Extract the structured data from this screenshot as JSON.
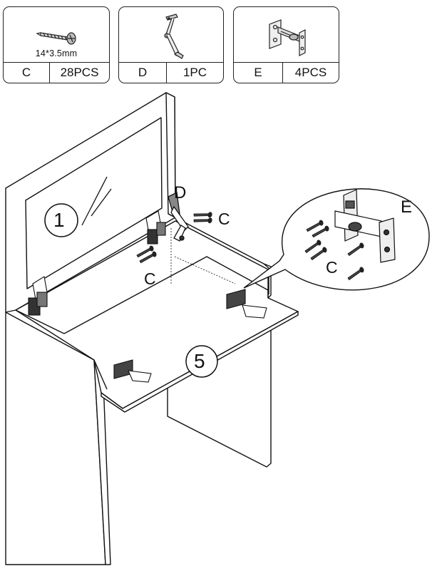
{
  "parts": [
    {
      "letter": "C",
      "spec": "14*3.5mm",
      "qty": "28PCS",
      "icon": "screw-icon"
    },
    {
      "letter": "D",
      "spec": "",
      "qty": "1PC",
      "icon": "lid-stay-icon"
    },
    {
      "letter": "E",
      "spec": "",
      "qty": "4PCS",
      "icon": "hinge-icon"
    }
  ],
  "callouts": {
    "panel_mirror": "1",
    "panel_desk": "5",
    "stay": "D",
    "screws_stay": "C",
    "screws_left": "C",
    "screws_detail": "C",
    "hinge_detail": "E"
  }
}
